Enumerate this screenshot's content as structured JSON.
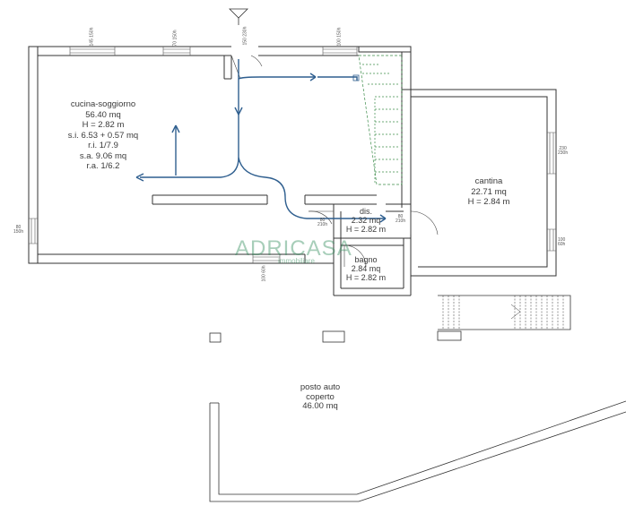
{
  "rooms": {
    "cucina": {
      "name": "cucina-soggiorno",
      "area": "56.40 mq",
      "height": "H = 2.82 m",
      "si": "s.i. 6.53 + 0.57 mq",
      "ri": "r.i. 1/7.9",
      "sa": "s.a. 9.06 mq",
      "ra": "r.a. 1/6.2"
    },
    "cantina": {
      "name": "cantina",
      "area": "22.71 mq",
      "height": "H = 2.84 m"
    },
    "dis": {
      "name": "dis.",
      "area": "2.32 mq",
      "height": "H = 2.82 m"
    },
    "bagno": {
      "name": "bagno",
      "area": "2.84 mq",
      "height": "H = 2.82 m"
    },
    "posto_auto": {
      "name": "posto auto",
      "name2": "coperto",
      "area": "46.00 mq"
    }
  },
  "dimensions": {
    "w1": "145",
    "w1h": "150h",
    "w2": "70",
    "w2h": "150h",
    "door_top": "150",
    "door_top_h": "230h",
    "w3": "100",
    "w3h": "150h",
    "left_win": "80",
    "left_win_h": "150h",
    "cantina_right1": "230",
    "cantina_right1_h": "230h",
    "cantina_right2": "100",
    "cantina_right2_h": "60h",
    "bottom_win": "100",
    "bottom_win_h": "60h",
    "dis_door1": "80",
    "dis_door1_h": "210h",
    "dis_door2": "80",
    "dis_door2_h": "210h"
  },
  "watermark": {
    "brand": "ADRICASA",
    "sub": "immobiliare"
  },
  "colors": {
    "walls": "#333333",
    "plumbing": "#2f5f8f",
    "stairs": "#3c8c4a",
    "watermark": "#2e8b57"
  }
}
